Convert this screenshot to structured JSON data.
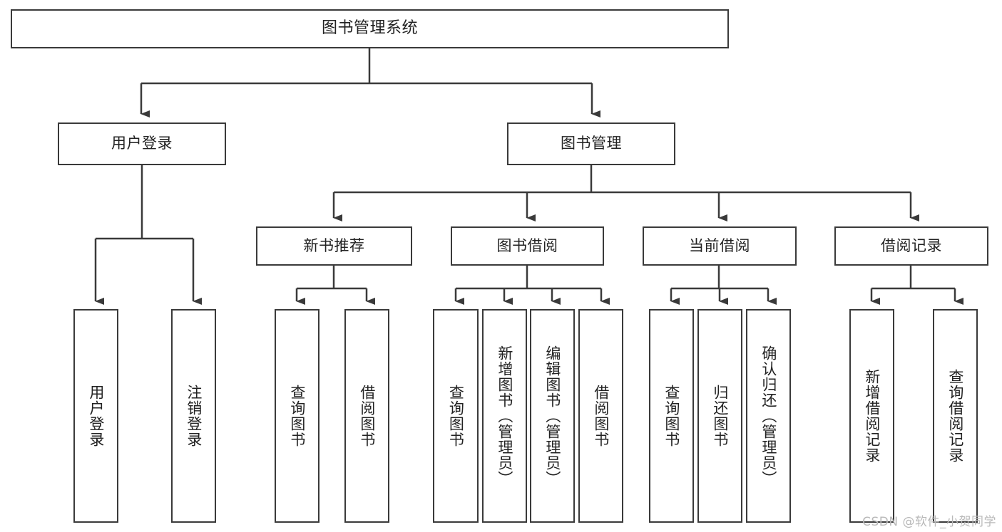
{
  "diagram": {
    "title": "图书管理系统",
    "watermark": "CSDN @软件_小贺同学",
    "line_color": "#3a3a3a",
    "box_fill": "#ffffff",
    "text_color": "#222222"
  },
  "nodes": {
    "root": {
      "label": "图书管理系统"
    },
    "level1": [
      {
        "label": "用户登录"
      },
      {
        "label": "图书管理"
      }
    ],
    "level2": [
      {
        "label": "新书推荐"
      },
      {
        "label": "图书借阅"
      },
      {
        "label": "当前借阅"
      },
      {
        "label": "借阅记录"
      }
    ],
    "leaves": {
      "user_login": [
        {
          "label": "用户登录"
        },
        {
          "label": "注销登录"
        }
      ],
      "new_book": [
        {
          "label": "查询图书"
        },
        {
          "label": "借阅图书"
        }
      ],
      "book_borrow": [
        {
          "label": "查询图书"
        },
        {
          "label": "新增图书（管理员）"
        },
        {
          "label": "编辑图书（管理员）"
        },
        {
          "label": "借阅图书"
        }
      ],
      "current_borrow": [
        {
          "label": "查询图书"
        },
        {
          "label": "归还图书"
        },
        {
          "label": "确认归还（管理员）"
        }
      ],
      "borrow_record": [
        {
          "label": "新增借阅记录"
        },
        {
          "label": "查询借阅记录"
        }
      ]
    }
  }
}
